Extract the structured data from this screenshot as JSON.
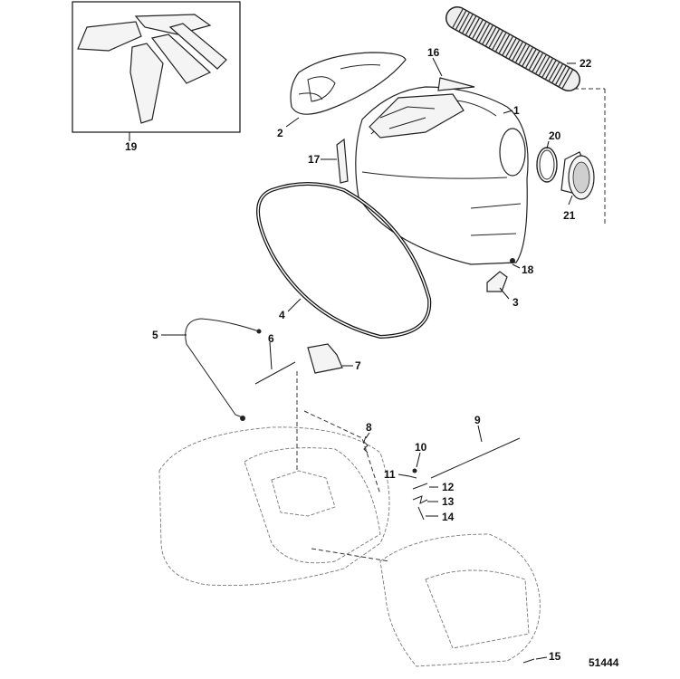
{
  "figure_id": "51444",
  "callouts": [
    {
      "id": "c1",
      "text": "1"
    },
    {
      "id": "c2",
      "text": "2"
    },
    {
      "id": "c3",
      "text": "3"
    },
    {
      "id": "c4",
      "text": "4"
    },
    {
      "id": "c5",
      "text": "5"
    },
    {
      "id": "c6",
      "text": "6"
    },
    {
      "id": "c7",
      "text": "7"
    },
    {
      "id": "c8",
      "text": "8"
    },
    {
      "id": "c9",
      "text": "9"
    },
    {
      "id": "c10",
      "text": "10"
    },
    {
      "id": "c11",
      "text": "11"
    },
    {
      "id": "c12",
      "text": "12"
    },
    {
      "id": "c13",
      "text": "13"
    },
    {
      "id": "c14",
      "text": "14"
    },
    {
      "id": "c15",
      "text": "15"
    },
    {
      "id": "c16",
      "text": "16"
    },
    {
      "id": "c17",
      "text": "17"
    },
    {
      "id": "c18",
      "text": "18"
    },
    {
      "id": "c19",
      "text": "19"
    },
    {
      "id": "c20",
      "text": "20"
    },
    {
      "id": "c21",
      "text": "21"
    },
    {
      "id": "c22",
      "text": "22"
    }
  ]
}
